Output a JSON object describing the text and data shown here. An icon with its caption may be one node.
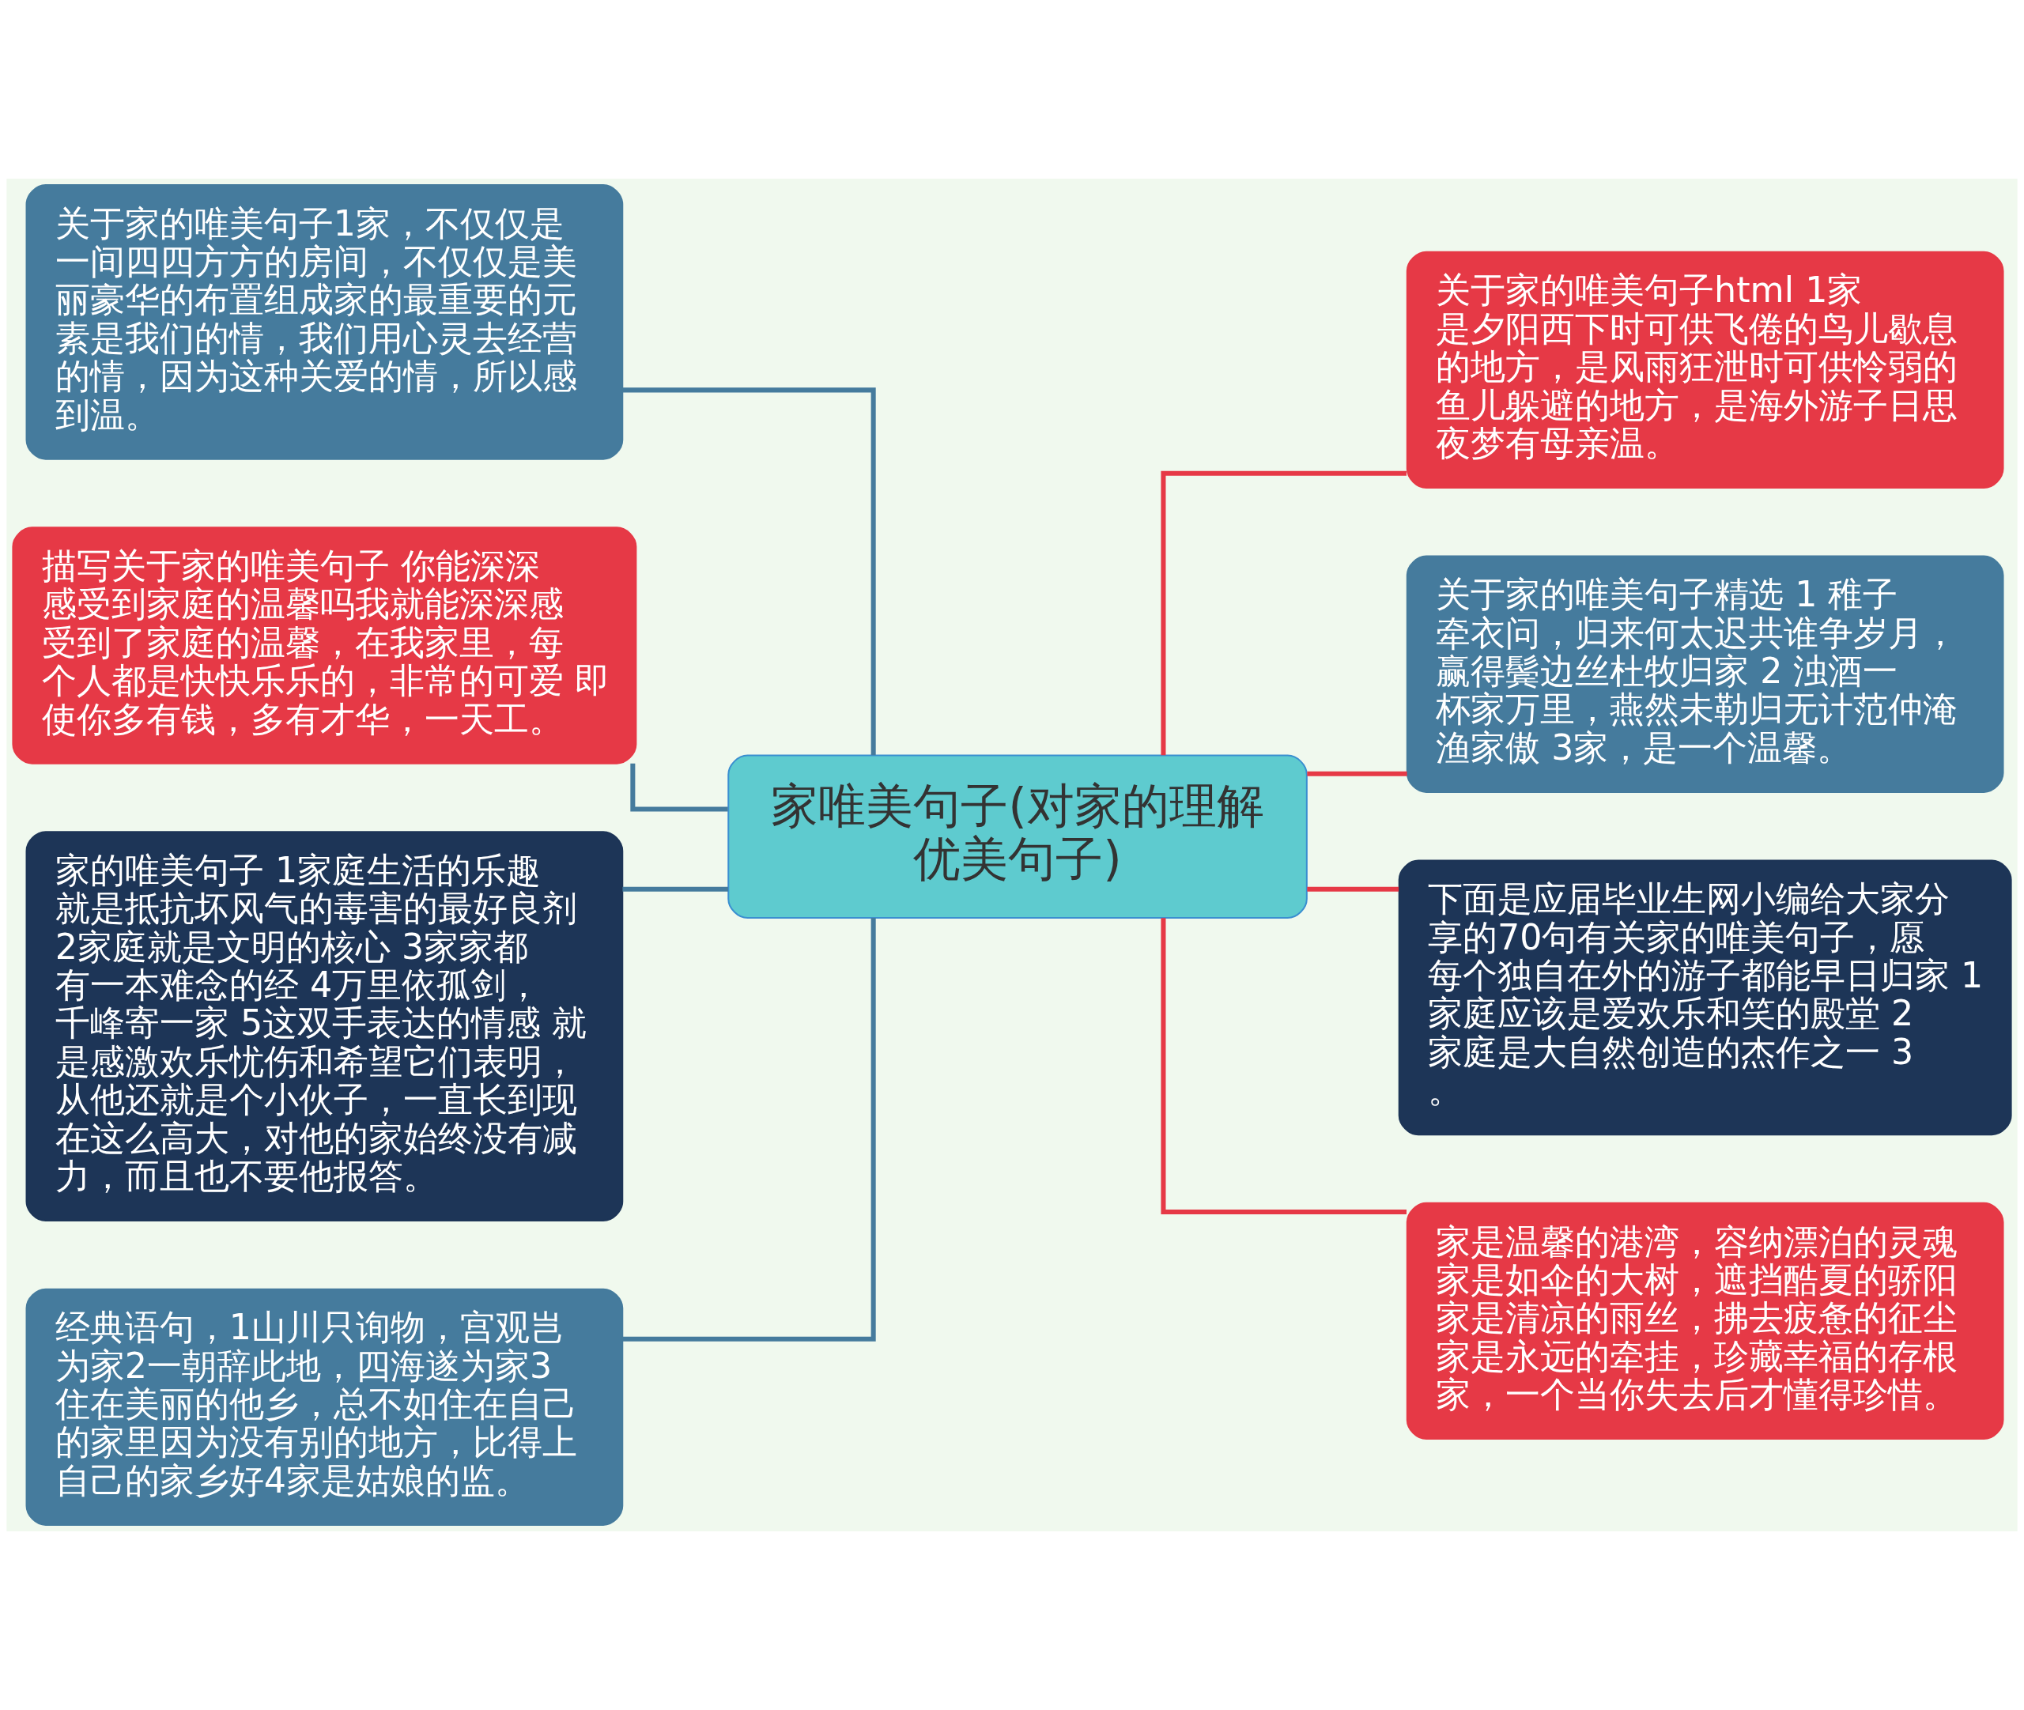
{
  "diagram": {
    "nodes": [
      {
        "text": [
          "家唯美句子(对家的理解优美句子)"
        ]
      },
      {
        "text": [
          "关于家的唯美句子1家，不仅仅是一间四四方方的房间，不仅仅是美丽豪华的布置组成家的最重要的元素是我们的情，我们用心灵去经营的情，因为这种关爱的情，所以感到温。"
        ]
      },
      {
        "text": [
          "描写关于家的唯美句子 你能深深感受到家庭的温馨吗我就能深深感受到了家庭的温馨，在我家里，每个人都是快快乐乐的，非常的可爱 即使你多有钱，多有才华，一天工。"
        ]
      },
      {
        "text": [
          "家的唯美句子 1家庭生活的乐趣就是抵抗坏风气的毒害的最好良剂2家庭就是文明的核心 3家家都有一本难念的经 4万里依孤剑，千峰寄一家 5这双手表达的情感 就是感激欢乐忧伤和希望它们表明，从他还就是个小伙子，一直长到现在这么高大，对他的家始终没有减力，而且也不要他报答。"
        ]
      },
      {
        "text": [
          "经典语句，1山川只询物，宫观岂为家2一朝辞此地，四海遂为家3住在美丽的他乡，总不如住在自己的家里因为没有别的地方，比得上自己的家乡好4家是姑娘的监。"
        ]
      },
      {
        "text": [
          "关于家的唯美句子html 1家是夕阳西下时可供飞倦的鸟儿歇息的地方，是风雨狂泄时可供怜弱的鱼儿躲避的地方，是海外游子日思夜梦有母亲温。"
        ]
      },
      {
        "text": [
          "关于家的唯美句子精选 1 稚子牵衣问，归来何太迟共谁争岁月，赢得鬓边丝杜牧归家 2 浊酒一杯家万里，燕然未勒归无计范仲淹渔家傲 3家，是一个温馨。"
        ]
      },
      {
        "text": [
          "下面是应届毕业生网小编给大家分享的70句有关家的唯美句子，愿每个独自在外的游子都能早日归家 1家庭应该是爱欢乐和笑的殿堂 2家庭是大自然创造的杰作之一 3。"
        ]
      },
      {
        "text": [
          "家是温馨的港湾，容纳漂泊的灵魂家是如伞的大树，遮挡酷夏的骄阳家是清凉的雨丝，拂去疲惫的征尘家是永远的牵挂，珍藏幸福的存根家，一个当你失去后才懂得珍惜。"
        ]
      }
    ],
    "edges": [
      {
        "from": 0,
        "to": 1,
        "arrow": "none"
      },
      {
        "from": 0,
        "to": 2,
        "arrow": "none"
      },
      {
        "from": 0,
        "to": 3,
        "arrow": "none"
      },
      {
        "from": 0,
        "to": 4,
        "arrow": "none"
      },
      {
        "from": 0,
        "to": 5,
        "arrow": "none",
        "color": "#e63946"
      },
      {
        "from": 0,
        "to": 6,
        "arrow": "none",
        "color": "#e63946"
      },
      {
        "from": 0,
        "to": 7,
        "arrow": "none",
        "color": "#e63946"
      },
      {
        "from": 0,
        "to": 8,
        "arrow": "none",
        "color": "#e63946"
      }
    ]
  }
}
